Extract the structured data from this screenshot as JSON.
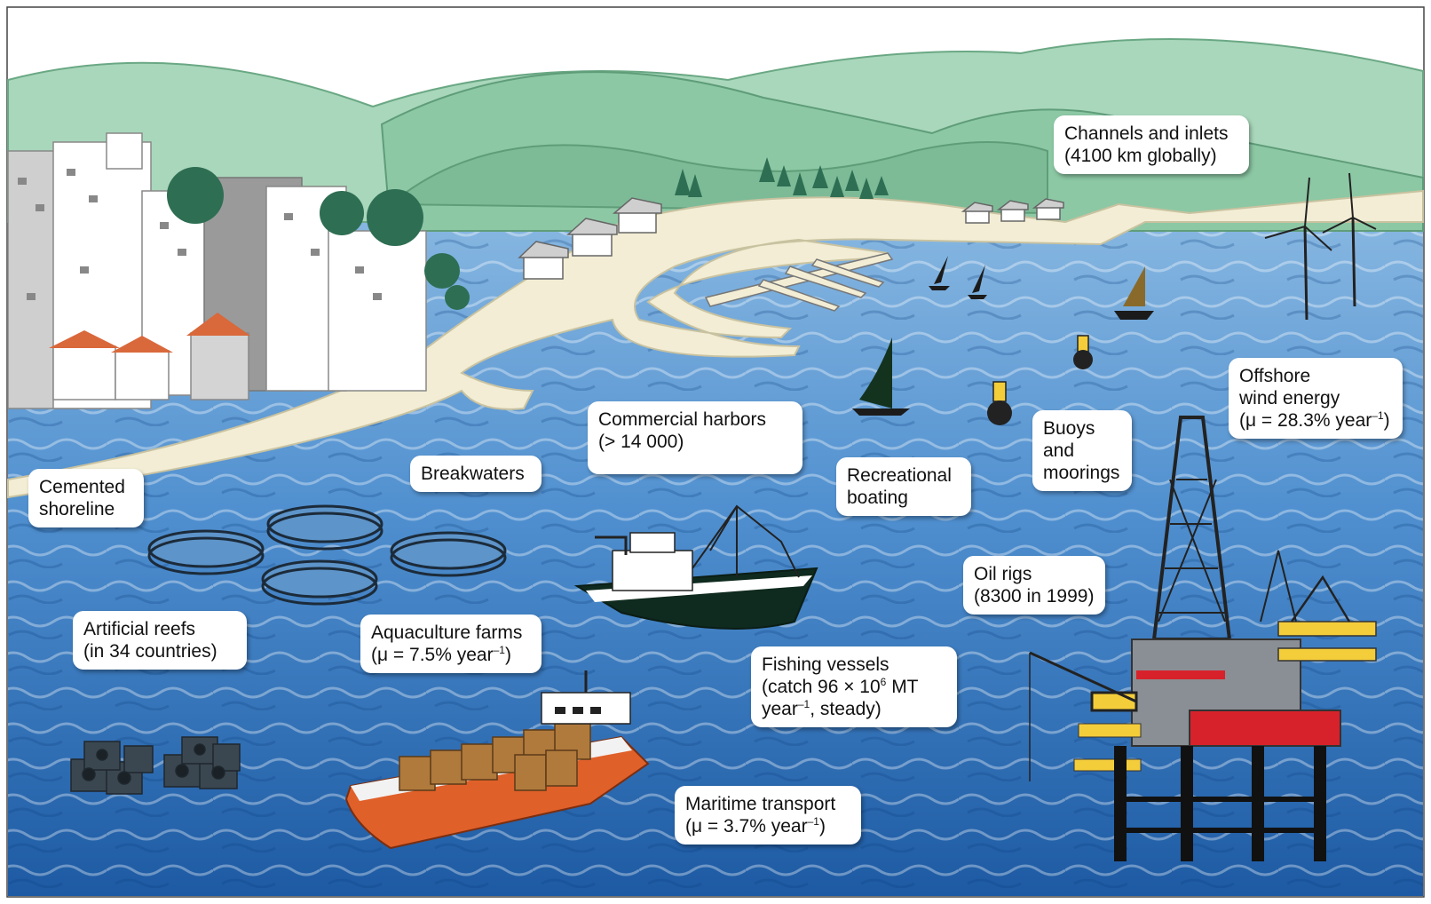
{
  "colors": {
    "hills_light": "#b8ddc6",
    "hills_mid": "#8fc9a8",
    "hills_dark": "#73b891",
    "sand": "#f1ecd2",
    "sea_light": "#7fb2de",
    "sea_deep": "#1f5ea8",
    "tree": "#2e6e53",
    "roof": "#d9683b",
    "ship_hull": "#e0602a",
    "cargo": "#b07a3c",
    "rig_red": "#d8222b",
    "rig_yellow": "#f4cd3b",
    "reef": "#3a4750"
  },
  "labels": {
    "cemented_shoreline": [
      "Cemented",
      "shoreline"
    ],
    "breakwaters": [
      "Breakwaters"
    ],
    "commercial_harbors": [
      "Commercial harbors",
      "(> 14 000)"
    ],
    "recreational_boating": [
      "Recreational",
      "boating"
    ],
    "buoys_moorings": [
      "Buoys",
      "and",
      "moorings"
    ],
    "channels_inlets": [
      "Channels and inlets",
      "(4100 km globally)"
    ],
    "offshore_wind": {
      "l1": "Offshore",
      "l2": "wind energy",
      "l3_pre": "(μ = 28.3% year",
      "sup": "–1",
      "l3_post": ")"
    },
    "artificial_reefs": [
      "Artificial reefs",
      "(in 34 countries)"
    ],
    "aquaculture": {
      "l1": "Aquaculture farms",
      "l2_pre": "(μ = 7.5% year",
      "sup": "–1",
      "l2_post": ")"
    },
    "fishing_vessels": {
      "l1": "Fishing vessels",
      "l2_pre": "(catch 96 × 10",
      "l2_sup": "6",
      "l2_post": " MT",
      "l3_pre": "year",
      "l3_sup": "–1",
      "l3_post": ", steady)"
    },
    "oil_rigs": [
      "Oil rigs",
      "(8300 in 1999)"
    ],
    "maritime_transport": {
      "l1": "Maritime transport",
      "l2_pre": "(μ = 3.7% year",
      "sup": "–1",
      "l2_post": ")"
    }
  }
}
